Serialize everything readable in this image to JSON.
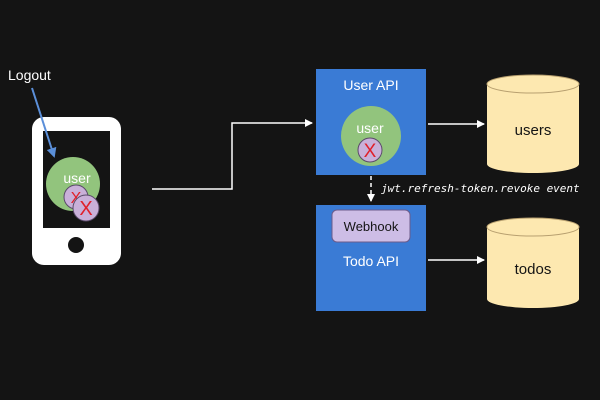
{
  "phone": {
    "user_label": "user",
    "revoke_glyph": "X"
  },
  "annotations": {
    "logout": "Logout",
    "event": "jwt.refresh-token.revoke event"
  },
  "user_api": {
    "title": "User API",
    "user_label": "user",
    "revoke_glyph": "X"
  },
  "todo_api": {
    "title": "Todo API",
    "webhook_label": "Webhook"
  },
  "databases": {
    "users": "users",
    "todos": "todos"
  },
  "colors": {
    "background": "#141414",
    "api_box": "#3a7bd5",
    "token_circle": "#92c47d",
    "revoked_circle": "#c9b0d9",
    "revoke_mark": "#e0202a",
    "database": "#fde8b0",
    "webhook_box": "#cdbde6",
    "connector": "#ffffff",
    "logout_arrow": "#5b8fd9"
  },
  "icons": {
    "phone": "smartphone-icon",
    "database": "cylinder-database-icon",
    "revoke": "x-mark-icon"
  }
}
